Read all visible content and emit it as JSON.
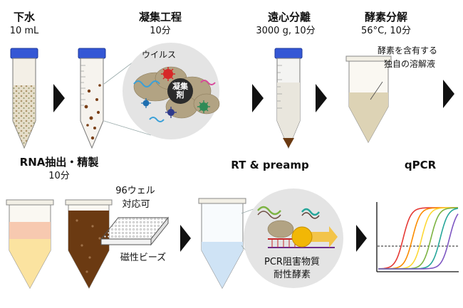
{
  "steps": {
    "sewage": {
      "title": "下水",
      "sub": "10 mL"
    },
    "coagulation": {
      "title": "凝集工程",
      "sub": "10分",
      "virus_label": "ウイルス",
      "agent_label": "凝集\n剤"
    },
    "centrifuge": {
      "title": "遠心分離",
      "sub": "3000 g, 10分"
    },
    "enzyme": {
      "title": "酵素分解",
      "sub": "56°C, 10分",
      "note_line1": "酵素を含有する",
      "note_line2": "独自の溶解液"
    },
    "rna": {
      "title": "RNA抽出・精製",
      "sub": "10分",
      "plate_line1": "96ウェル",
      "plate_line2": "対応可",
      "beads_label": "磁性ビーズ"
    },
    "rt": {
      "title": "RT & preamp",
      "inhibitor_line1": "PCR阻害物質",
      "inhibitor_line2": "耐性酵素"
    },
    "qpcr": {
      "title": "qPCR"
    }
  },
  "colors": {
    "cap": "#3457d5",
    "arrow": "#111111",
    "brown": "#6b3a12",
    "circle": "#e4e4e4",
    "curves": [
      "#e53935",
      "#fb8c00",
      "#fdd835",
      "#7cb342",
      "#26a69a",
      "#7e57c2"
    ]
  },
  "icons": [
    "tube-icon",
    "microtube-icon",
    "plate-icon",
    "arrow-icon",
    "virus-icon",
    "dna-icon",
    "enzyme-icon"
  ]
}
